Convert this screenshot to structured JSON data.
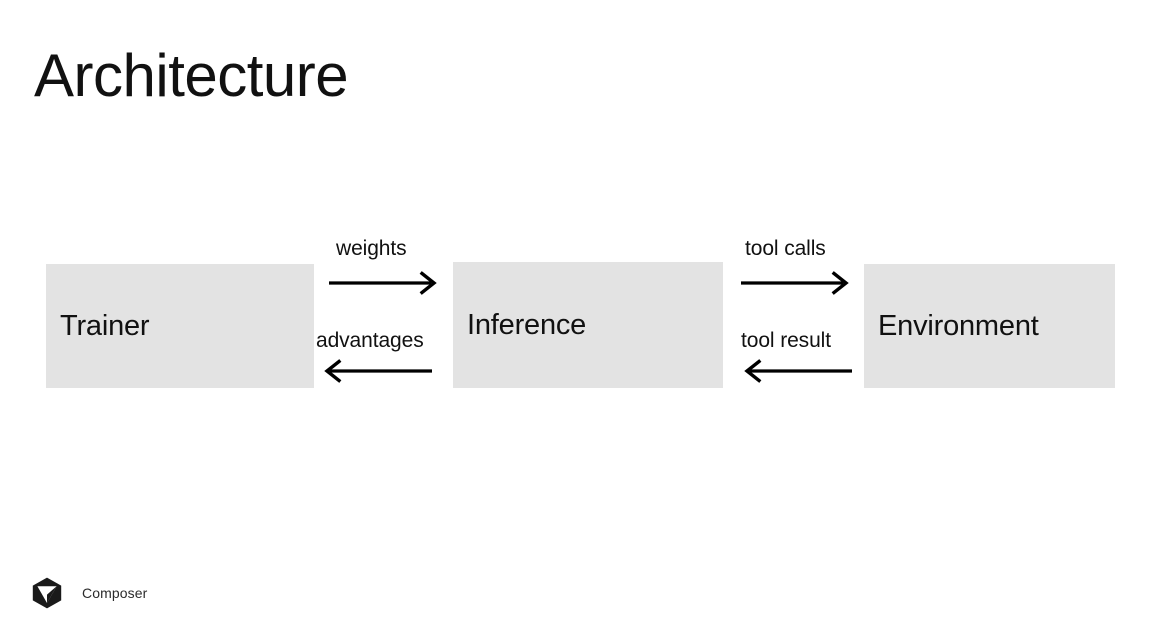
{
  "slide": {
    "title": "Architecture",
    "background_color": "#ffffff",
    "text_color": "#111111"
  },
  "diagram": {
    "type": "flow",
    "node_fill_color": "#e3e3e3",
    "edge_color": "#000000",
    "nodes": [
      {
        "id": "trainer",
        "label": "Trainer"
      },
      {
        "id": "inference",
        "label": "Inference"
      },
      {
        "id": "environment",
        "label": "Environment"
      }
    ],
    "edges": [
      {
        "id": "weights",
        "label": "weights",
        "from": "trainer",
        "to": "inference",
        "direction": "right"
      },
      {
        "id": "advantages",
        "label": "advantages",
        "from": "inference",
        "to": "trainer",
        "direction": "left"
      },
      {
        "id": "toolcalls",
        "label": "tool calls",
        "from": "inference",
        "to": "environment",
        "direction": "right"
      },
      {
        "id": "toolresult",
        "label": "tool result",
        "from": "environment",
        "to": "inference",
        "direction": "left"
      }
    ]
  },
  "footer": {
    "logo_icon": "cube-logo-icon",
    "brand": "Composer"
  }
}
